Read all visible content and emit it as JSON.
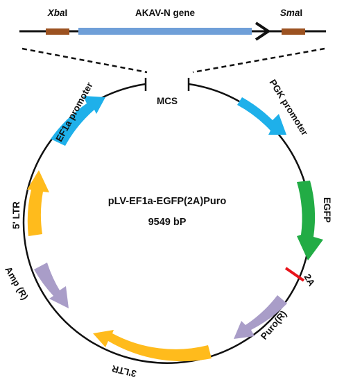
{
  "insert": {
    "site_left_italic": "Xba",
    "site_left_plain": "I",
    "gene": "AKAV-N gene",
    "site_right_italic": "Sma",
    "site_right_plain": "I"
  },
  "plasmid": {
    "mcs": "MCS",
    "name": "pLV-EF1a-EGFP(2A)Puro",
    "size": "9549 bP"
  },
  "features": {
    "ef1a": "EF1a promoter",
    "pgk": "PGK promoter",
    "egfp": "EGFP",
    "t2a": "2A",
    "puro": "Puro(R)",
    "ltr3": "3'LTR",
    "amp": "Amp (R)",
    "ltr5": "5' LTR"
  },
  "colors": {
    "restriction_site": "#9c5221",
    "gene_bar": "#6f9fd8",
    "promoter": "#1eb0ea",
    "egfp": "#22ac45",
    "t2a": "#e8141b",
    "resistance": "#a99dc8",
    "ltr": "#ffbb1c",
    "backbone": "#111111"
  }
}
